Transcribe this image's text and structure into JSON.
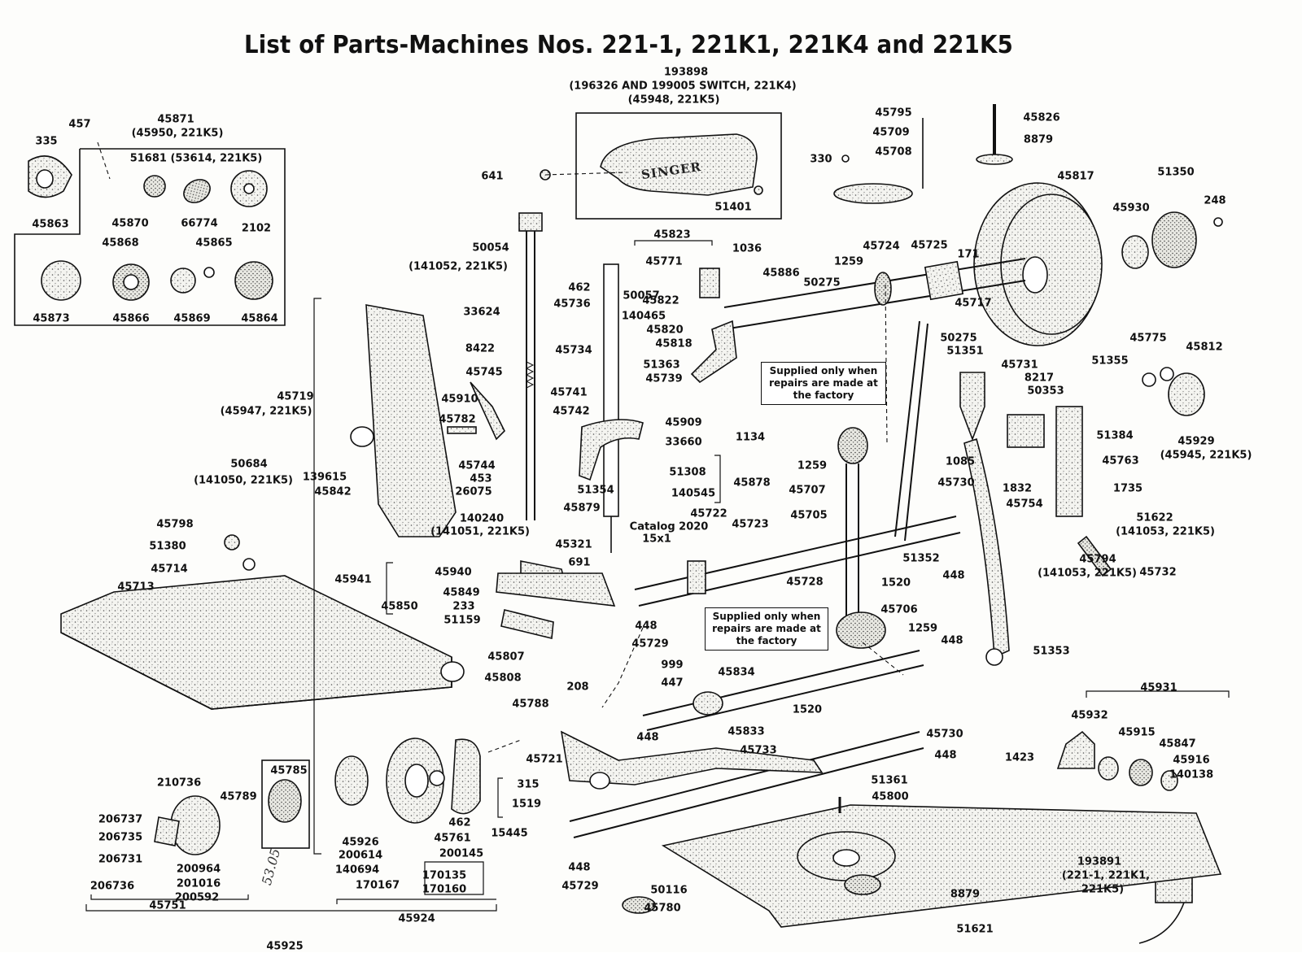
{
  "title": "List of Parts-Machines Nos. 221-1, 221K1, 221K4 and 221K5",
  "brand_text": "SINGER",
  "handwriting": "53.05",
  "notes": [
    "Supplied only when\nrepairs are made at\nthe factory",
    "Supplied only when\nrepairs are made at\nthe factory"
  ],
  "labels": [
    "193898",
    "(196326 AND 199005 SWITCH, 221K4)",
    "(45948, 221K5)",
    "457",
    "45871",
    "(45950, 221K5)",
    "335",
    "51681 (53614, 221K5)",
    "45863",
    "45870",
    "66774",
    "2102",
    "45868",
    "45865",
    "45873",
    "45866",
    "45869",
    "45864",
    "641",
    "51401",
    "45795",
    "45709",
    "45708",
    "330",
    "45826",
    "8879",
    "45817",
    "51350",
    "45930",
    "248",
    "50054",
    "(141052, 221K5)",
    "462",
    "45736",
    "45823",
    "45771",
    "1036",
    "50057",
    "45822",
    "140465",
    "45820",
    "45818",
    "51363",
    "45739",
    "45886",
    "1259",
    "45724",
    "45725",
    "171",
    "50275",
    "45717",
    "50275",
    "51351",
    "33624",
    "8422",
    "45745",
    "45734",
    "45910",
    "45741",
    "45742",
    "45782",
    "45909",
    "33660",
    "1134",
    "45719",
    "(45947, 221K5)",
    "50684",
    "(141050, 221K5)",
    "139615",
    "45842",
    "45744",
    "453",
    "26075",
    "51354",
    "51308",
    "140545",
    "45878",
    "45879",
    "140240",
    "(141051, 221K5)",
    "Catalog 2020",
    "15x1",
    "45321",
    "691",
    "45775",
    "45812",
    "51355",
    "45731",
    "8217",
    "50353",
    "51384",
    "45929",
    "(45945, 221K5)",
    "45763",
    "1259",
    "45707",
    "45705",
    "1085",
    "45730",
    "1832",
    "45754",
    "1735",
    "51622",
    "(141053, 221K5)",
    "45794",
    "(141053, 221K5)",
    "45732",
    "45798",
    "51380",
    "45714",
    "45713",
    "45722",
    "45723",
    "45941",
    "45940",
    "45850",
    "45849",
    "233",
    "51159",
    "45807",
    "45808",
    "45728",
    "1520",
    "51352",
    "448",
    "448",
    "45729",
    "45706",
    "1259",
    "999",
    "448",
    "51353",
    "447",
    "45834",
    "208",
    "45788",
    "448",
    "45833",
    "1520",
    "45730",
    "45733",
    "448",
    "45721",
    "315",
    "1519",
    "15445",
    "45931",
    "45932",
    "45915",
    "45847",
    "1423",
    "45916",
    "140138",
    "51361",
    "45800",
    "210736",
    "45785",
    "45789",
    "206737",
    "206735",
    "206731",
    "206736",
    "200964",
    "201016",
    "200592",
    "45751",
    "45926",
    "200614",
    "140694",
    "462",
    "45761",
    "200145",
    "170135",
    "170160",
    "170167",
    "45924",
    "448",
    "45729",
    "50116",
    "45780",
    "8879",
    "51621",
    "193891",
    "(221-1, 221K1,",
    "221K5)",
    "45925"
  ],
  "colors": {
    "ink": "#111111",
    "paper": "#fdfdfb",
    "stipple": "#555555"
  }
}
